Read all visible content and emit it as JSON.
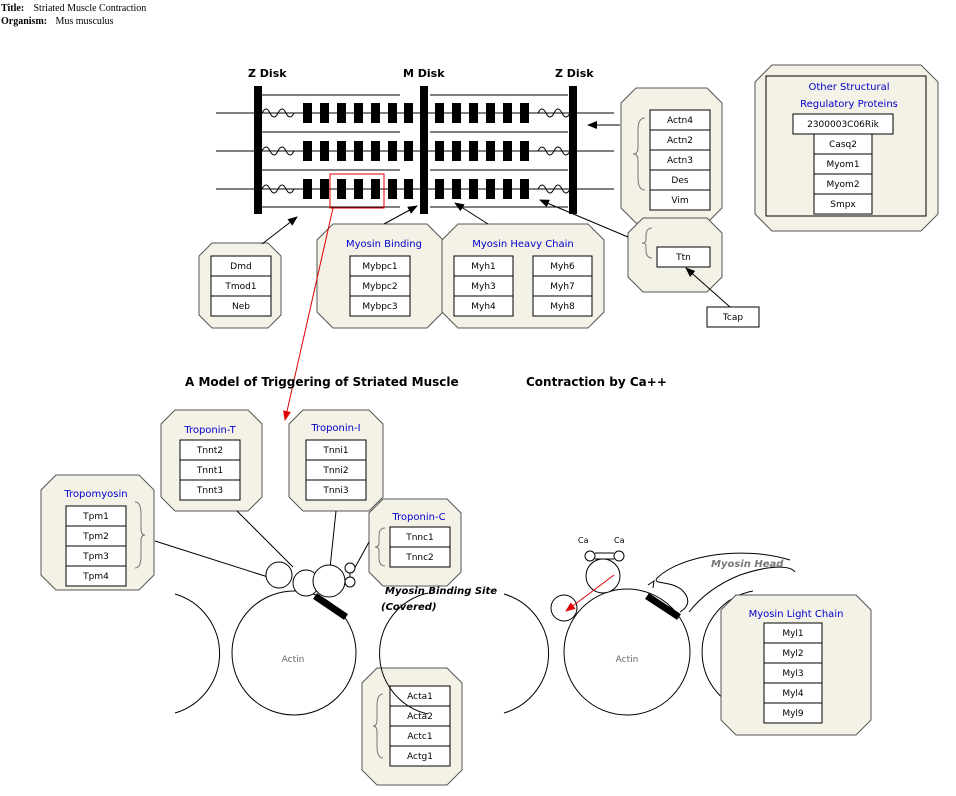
{
  "meta": {
    "title_label": "Title:",
    "title_value": "Striated Muscle Contraction",
    "organism_label": "Organism:",
    "organism_value": "Mus musculus"
  },
  "sarcomere": {
    "z_disk_left": "Z Disk",
    "m_disk": "M Disk",
    "z_disk_right": "Z Disk"
  },
  "groups": {
    "titin_binding": {
      "genes": [
        "Actn4",
        "Actn2",
        "Actn3",
        "Des",
        "Vim"
      ]
    },
    "other_structural": {
      "title_line1": "Other Structural",
      "title_line2": "Regulatory Proteins",
      "genes": [
        "2300003C06Rik",
        "Casq2",
        "Myom1",
        "Myom2",
        "Smpx"
      ]
    },
    "thin_filament": {
      "genes": [
        "Dmd",
        "Tmod1",
        "Neb"
      ]
    },
    "myosin_binding": {
      "title": "Myosin Binding",
      "genes": [
        "Mybpc1",
        "Mybpc2",
        "Mybpc3"
      ]
    },
    "myosin_heavy_chain": {
      "title": "Myosin Heavy Chain",
      "genes": [
        "Myh1",
        "Myh3",
        "Myh4",
        "Myh6",
        "Myh7",
        "Myh8"
      ]
    },
    "titin": {
      "genes": [
        "Ttn"
      ]
    },
    "tcap": {
      "genes": [
        "Tcap"
      ]
    },
    "troponin_t": {
      "title": "Troponin-T",
      "genes": [
        "Tnnt2",
        "Tnnt1",
        "Tnnt3"
      ]
    },
    "troponin_i": {
      "title": "Troponin-I",
      "genes": [
        "Tnni1",
        "Tnni2",
        "Tnni3"
      ]
    },
    "tropomyosin": {
      "title": "Tropomyosin",
      "genes": [
        "Tpm1",
        "Tpm2",
        "Tpm3",
        "Tpm4"
      ]
    },
    "troponin_c": {
      "title": "Troponin-C",
      "genes": [
        "Tnnc1",
        "Tnnc2"
      ]
    },
    "actin": {
      "genes": [
        "Acta1",
        "Acta2",
        "Actc1",
        "Actg1"
      ]
    },
    "myosin_light_chain": {
      "title": "Myosin Light Chain",
      "genes": [
        "Myl1",
        "Myl2",
        "Myl3",
        "Myl4",
        "Myl9"
      ]
    }
  },
  "model": {
    "title_left": "A Model of Triggering of Striated Muscle",
    "title_right": "Contraction by Ca++",
    "binding_site_line1": "Myosin Binding Site",
    "binding_site_line2": "(Covered)",
    "actin_label": "Actin",
    "myosin_head": "Myosin Head",
    "ca_label": "Ca"
  },
  "colors": {
    "panel_fill": "#f4f2e6",
    "group_title": "#0000cc",
    "highlight_arrow": "#e00000"
  }
}
